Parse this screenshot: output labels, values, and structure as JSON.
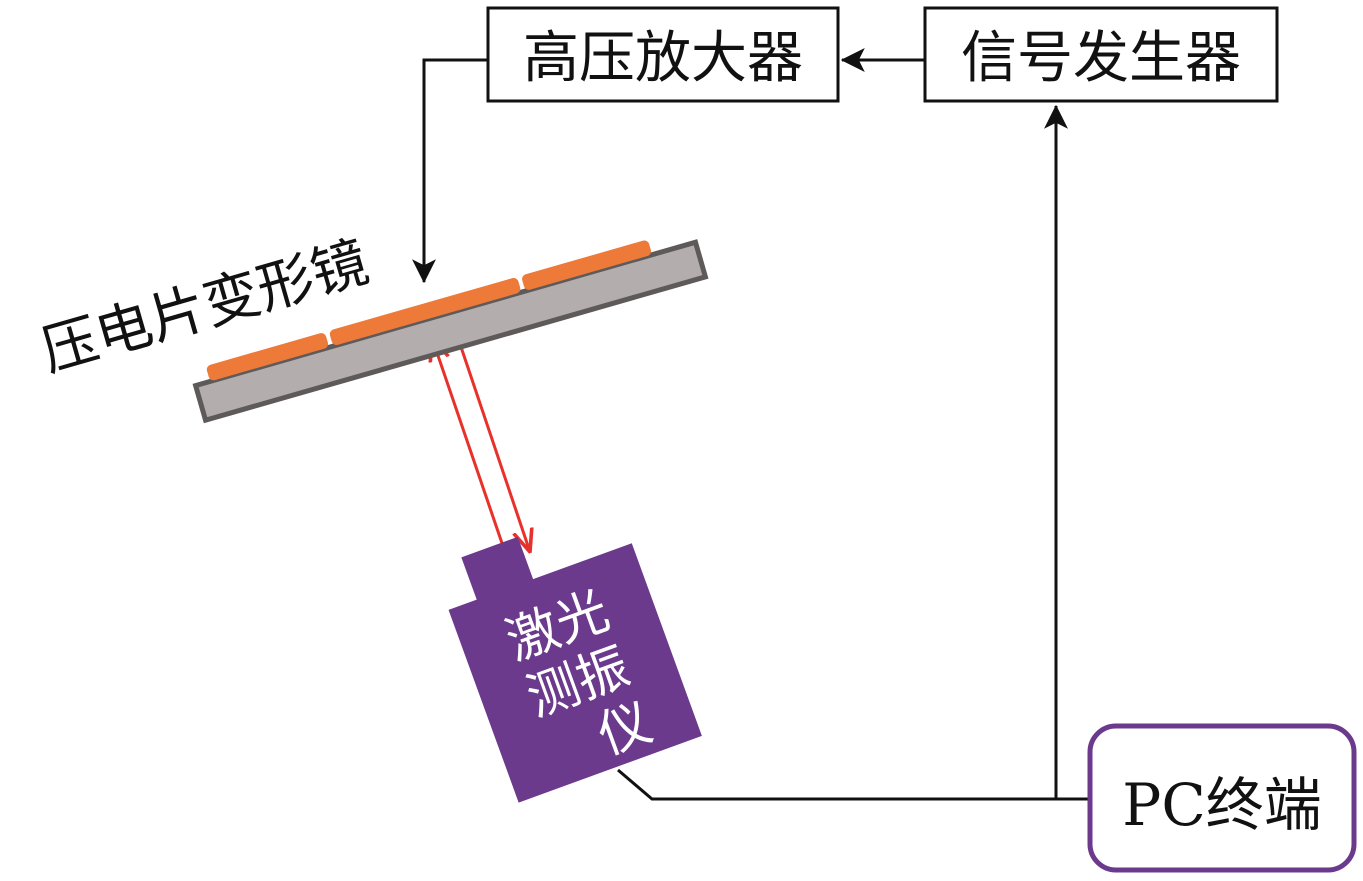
{
  "diagram": {
    "nodes": {
      "high_voltage_amplifier": {
        "label": "高压放大器"
      },
      "signal_generator": {
        "label": "信号发生器"
      },
      "piezo_deformable_mirror": {
        "label": "压电片变形镜"
      },
      "laser_vibrometer": {
        "label_line1": "激光",
        "label_line2": "测振",
        "label_line3": "仪"
      },
      "pc_terminal": {
        "label": "PC终端"
      }
    },
    "edges": [
      {
        "from": "signal_generator",
        "to": "high_voltage_amplifier"
      },
      {
        "from": "high_voltage_amplifier",
        "to": "piezo_deformable_mirror"
      },
      {
        "from": "pc_terminal",
        "to": "signal_generator"
      },
      {
        "from": "laser_vibrometer",
        "to": "pc_terminal"
      },
      {
        "from": "laser_vibrometer",
        "to": "piezo_deformable_mirror",
        "kind": "laser-beam"
      },
      {
        "from": "piezo_deformable_mirror",
        "to": "laser_vibrometer",
        "kind": "laser-beam"
      }
    ],
    "colors": {
      "line": "#111111",
      "laser": "#e8312a",
      "piezo": "#ee7a3a",
      "mirror": "#b3adad",
      "mirror_border": "#5f5a5a",
      "vibrometer": "#6b3a8c",
      "pc_border": "#6b3a8c"
    }
  }
}
